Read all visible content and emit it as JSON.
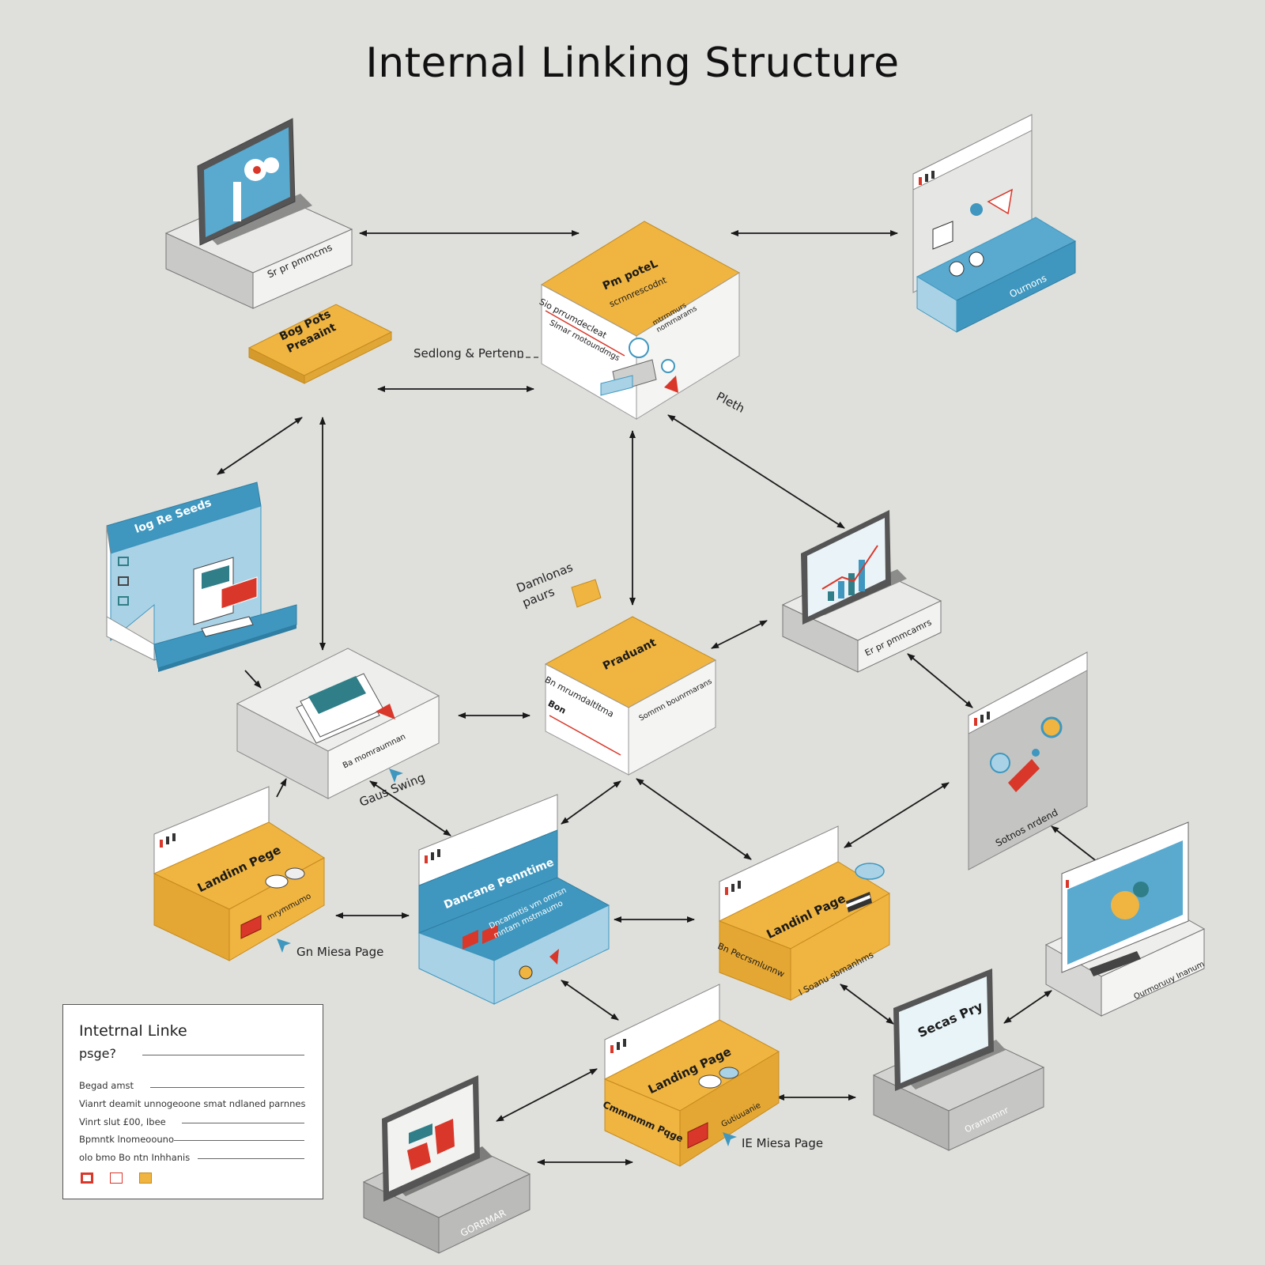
{
  "title": "Internal Linking Structure",
  "colors": {
    "background": "#dfe0dc",
    "gold": "#f0b440",
    "blue": "#3f97bf",
    "light_blue": "#a9d2e6",
    "gray": "#bfc0bd",
    "white_box": "#f4f4f2",
    "accent_red": "#d9372a",
    "arrow": "#1a1a1a"
  },
  "nodes": {
    "laptop_top_left": {
      "label": "Sr pr pmmcms"
    },
    "pillar_box": {
      "top": "Pm poteL",
      "top_sub": "scrnnrescodnt",
      "left": "Sio prrumdecleat",
      "left_sub": "Slmar rnotoundmgs",
      "right": "mtrrnmurs\nnomrnarams"
    },
    "browser_top_right": {
      "label": "Ournons"
    },
    "blog_posts": {
      "label": "Bog Pots\nPreaaint"
    },
    "blog_sidebar": {
      "label": "log Re Seeds"
    },
    "laptop_mid_right": {
      "label": "Er pr pmmcamrs"
    },
    "product_box": {
      "top": "Praduant",
      "left": "Bn mrumdaltltma",
      "left_sub": "Bon",
      "right": "Sommn bounrmarans"
    },
    "stacked_page": {
      "label": "Ba momraumnan"
    },
    "service_panel": {
      "label": "Sotnos nrdend"
    },
    "landing_page_left": {
      "label": "Landinn Pege",
      "sub": "mrymmumo"
    },
    "category_page": {
      "label": "Dancane Penntime",
      "sub": "Dncanmtis vm omrsn\nmntam mstmaumo"
    },
    "landing_page_right": {
      "label": "Landinl Page",
      "sub": "Bn Pecrsmlunnw",
      "sub2": "I Soanu sbmanhms"
    },
    "monitor_right": {
      "label": "Ourmoruuy Inanum"
    },
    "landing_page_bottom": {
      "label": "Landing Page",
      "sub": "Cmmmmm Pqge",
      "sub2": "Gutiuuanie"
    },
    "laptop_bottom_right": {
      "label": "Secas Pry",
      "sub": "Oramnmnr"
    },
    "laptop_bottom_left": {
      "label": "GORRMAR"
    }
  },
  "annotations": {
    "seeding_pattern": "Sedlong & Pertenn",
    "path": "Pleth",
    "dmndonas": "Damlonas\npaurs",
    "gaus_swing": "Gaus Swing",
    "gn_miesa_page": "Gn Miesa Page",
    "ie_miesa_page": "IE Miesa Page"
  },
  "legend": {
    "title": "Intetrnal Linke",
    "subtitle": "psge?",
    "items": [
      "Begad amst",
      "Vianrt deamit unnogeoone smat ndlaned parnnes",
      "Vinrt slut £00, Ibee",
      "Bpmntk lnomeoouno",
      "olo bmo Bo ntn Inhhanis"
    ]
  },
  "links": [
    {
      "from": "laptop_top_left",
      "to": "pillar_box",
      "style": "both"
    },
    {
      "from": "pillar_box",
      "to": "browser_top_right",
      "style": "both"
    },
    {
      "from": "blog_posts",
      "to": "pillar_box",
      "style": "both"
    },
    {
      "from": "blog_posts",
      "to": "blog_sidebar",
      "style": "both"
    },
    {
      "from": "blog_posts",
      "to": "stacked_page",
      "style": "both"
    },
    {
      "from": "pillar_box",
      "to": "product_box",
      "style": "both"
    },
    {
      "from": "pillar_box",
      "to": "laptop_mid_right",
      "style": "both"
    },
    {
      "from": "blog_sidebar",
      "to": "stacked_page",
      "style": "end"
    },
    {
      "from": "stacked_page",
      "to": "product_box",
      "style": "both"
    },
    {
      "from": "product_box",
      "to": "laptop_mid_right",
      "style": "both"
    },
    {
      "from": "laptop_mid_right",
      "to": "service_panel",
      "style": "both"
    },
    {
      "from": "stacked_page",
      "to": "category_page",
      "style": "both"
    },
    {
      "from": "product_box",
      "to": "category_page",
      "style": "both"
    },
    {
      "from": "product_box",
      "to": "landing_page_right",
      "style": "both"
    },
    {
      "from": "service_panel",
      "to": "landing_page_right",
      "style": "both"
    },
    {
      "from": "service_panel",
      "to": "monitor_right",
      "style": "both"
    },
    {
      "from": "landing_page_left",
      "to": "stacked_page",
      "style": "end"
    },
    {
      "from": "landing_page_left",
      "to": "category_page",
      "style": "both"
    },
    {
      "from": "category_page",
      "to": "landing_page_right",
      "style": "both"
    },
    {
      "from": "category_page",
      "to": "landing_page_bottom",
      "style": "both"
    },
    {
      "from": "landing_page_right",
      "to": "laptop_bottom_right",
      "style": "both"
    },
    {
      "from": "laptop_bottom_right",
      "to": "monitor_right",
      "style": "both"
    },
    {
      "from": "landing_page_bottom",
      "to": "laptop_bottom_right",
      "style": "both"
    },
    {
      "from": "laptop_bottom_left",
      "to": "landing_page_bottom",
      "style": "both"
    },
    {
      "from": "laptop_bottom_left",
      "to": "landing_page_bottom",
      "style": "both"
    }
  ]
}
